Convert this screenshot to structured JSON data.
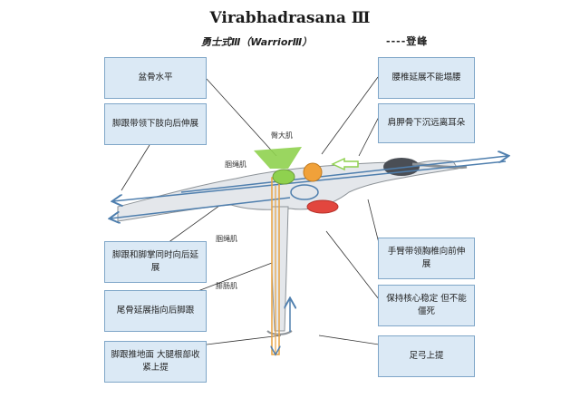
{
  "header": {
    "title": "Virabhadrasana Ⅲ",
    "subtitle": "勇士式Ⅲ（WarriorⅢ）",
    "author": "----登峰"
  },
  "cues": {
    "pelvis_level": "盆骨水平",
    "heel_extend": "脚跟带领下肢向后伸展",
    "heel_palm": "脚跟和脚掌同时向后延展",
    "tailbone": "尾骨延展指向后脚跟",
    "heel_push": "脚跟推地面 大腿根部收紧上提",
    "lumbar": "腰椎延展不能塌腰",
    "scapula": "肩胛骨下沉远离耳朵",
    "arms": "手臂带领胸椎向前伸展",
    "core": "保持核心稳定 但不能僵死",
    "arch": "足弓上提"
  },
  "muscles": {
    "gluteus": "臀大肌",
    "hamstring_1": "腘绳肌",
    "hamstring_2": "腘绳肌",
    "calf": "腓肠肌"
  },
  "colors": {
    "box_fill": "#dbe9f5",
    "box_border": "#7fa6c8",
    "glute": "#8fd14f",
    "hip_orange": "#f0a13a",
    "belly_red": "#e2463e",
    "alignment_line": "#e9a23f",
    "arrow_blue": "#4f7fae"
  }
}
